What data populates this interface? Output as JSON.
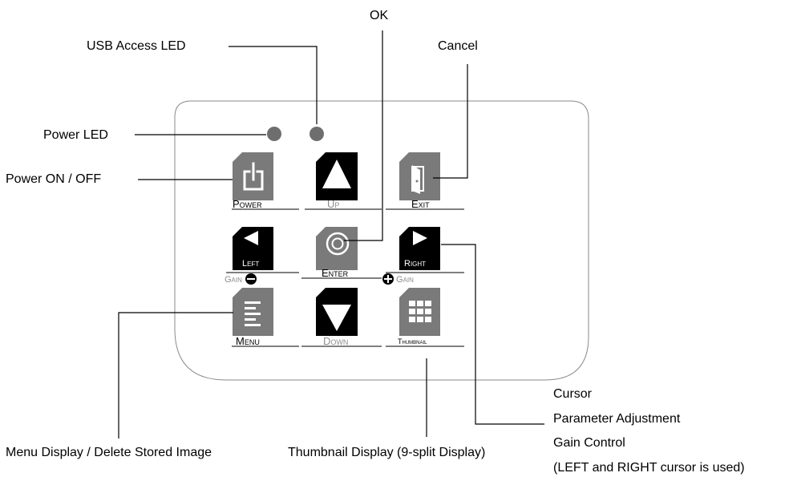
{
  "callouts": {
    "ok": "OK",
    "usb_access_led": "USB Access LED",
    "cancel": "Cancel",
    "power_led": "Power LED",
    "power_on_off": "Power ON / OFF",
    "menu_display": "Menu Display / Delete Stored Image",
    "thumbnail_display": "Thumbnail Display (9-split Display)",
    "cursor": "Cursor",
    "parameter_adjustment": "Parameter Adjustment",
    "gain_control": "Gain Control",
    "left_right_note": "(LEFT and RIGHT cursor is used)"
  },
  "buttons": {
    "power": "Power",
    "up": "Up",
    "exit": "Exit",
    "left": "Left",
    "enter": "Enter",
    "right": "Right",
    "menu": "Menu",
    "down": "Down",
    "thumbnail": "Thumbnail",
    "gain_minus": "Gain",
    "gain_plus": "Gain"
  },
  "colors": {
    "panel_border": "#8a8a8a",
    "button_gray": "#7a7a7a",
    "button_black": "#000000",
    "label_dim": "#8c8c8c",
    "led": "#6e6e6e"
  }
}
